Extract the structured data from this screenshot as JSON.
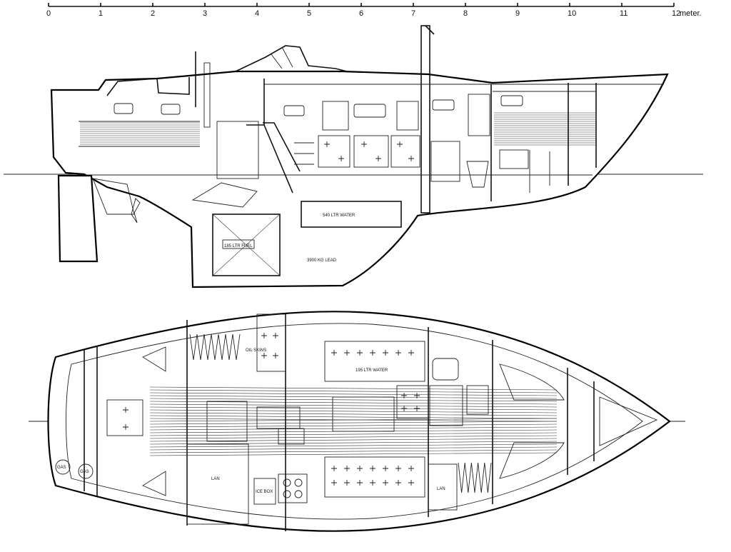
{
  "scale": {
    "ticks": [
      "0",
      "1",
      "2",
      "3",
      "4",
      "5",
      "6",
      "7",
      "8",
      "9",
      "10",
      "11",
      "12"
    ],
    "unit": "meter."
  },
  "profile_labels": {
    "fuel": "185 LTR FUEL",
    "water": "540 LTR WATER",
    "lead": "3900 KG LEAD"
  },
  "plan_labels": {
    "oil_skins": "OIL SKINS",
    "water_tank": "195 LTR WATER",
    "ice_box": "ICE BOX",
    "locker_left": "LAN",
    "locker_right": "LAN",
    "stern_port": "GAS",
    "stern_stbd": "GAS"
  }
}
